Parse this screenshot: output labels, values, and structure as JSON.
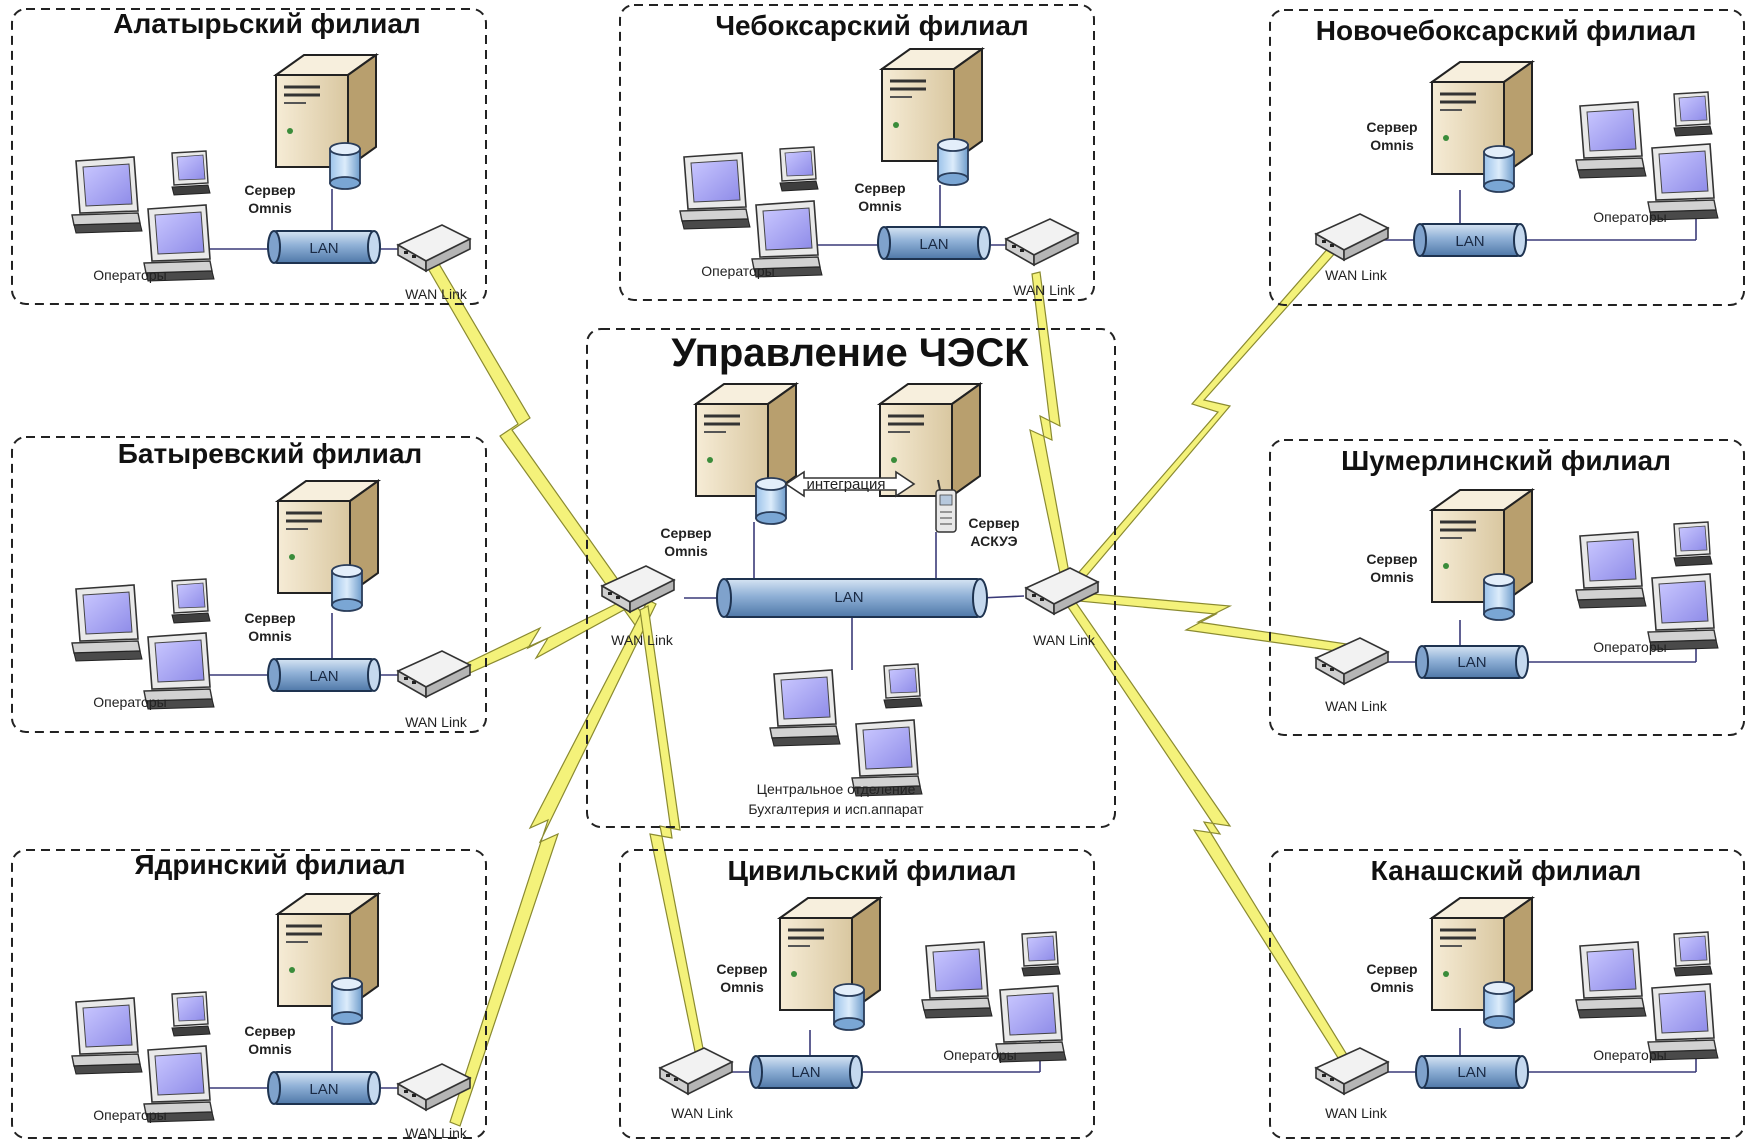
{
  "central": {
    "title": "Управление ЧЭСК",
    "server_omnis": [
      "Сервер",
      "Omnis"
    ],
    "server_askue": [
      "Сервер",
      "АСКУЭ"
    ],
    "integration_label": "интеграция",
    "lan_label": "LAN",
    "wan_left_label": "WAN Link",
    "wan_right_label": "WAN Link",
    "department": [
      "Центральное отделение",
      "Бухгалтерия и  исп.аппарат"
    ]
  },
  "branches": [
    {
      "id": "alatyr",
      "title": "Алатырьский филиал",
      "server": [
        "Сервер",
        "Omnis"
      ],
      "lan": "LAN",
      "wan": "WAN Link",
      "operators": "Операторы"
    },
    {
      "id": "cheboksary",
      "title": "Чебоксарский филиал",
      "server": [
        "Сервер",
        "Omnis"
      ],
      "lan": "LAN",
      "wan": "WAN Link",
      "operators": "Операторы"
    },
    {
      "id": "novocheboksarsk",
      "title": "Новочебоксарский филиал",
      "server": [
        "Сервер",
        "Omnis"
      ],
      "lan": "LAN",
      "wan": "WAN Link",
      "operators": "Операторы"
    },
    {
      "id": "batyrevo",
      "title": "Батыревский филиал",
      "server": [
        "Сервер",
        "Omnis"
      ],
      "lan": "LAN",
      "wan": "WAN Link",
      "operators": "Операторы"
    },
    {
      "id": "shumerlya",
      "title": "Шумерлинский филиал",
      "server": [
        "Сервер",
        "Omnis"
      ],
      "lan": "LAN",
      "wan": "WAN Link",
      "operators": "Операторы"
    },
    {
      "id": "yadrin",
      "title": "Ядринский филиал",
      "server": [
        "Сервер",
        "Omnis"
      ],
      "lan": "LAN",
      "wan": "WAN Link",
      "operators": "Операторы"
    },
    {
      "id": "tsivilsk",
      "title": "Цивильский филиал",
      "server": [
        "Сервер",
        "Omnis"
      ],
      "lan": "LAN",
      "wan": "WAN Link",
      "operators": "Операторы"
    },
    {
      "id": "kanash",
      "title": "Канашский филиал",
      "server": [
        "Сервер",
        "Omnis"
      ],
      "lan": "LAN",
      "wan": "WAN Link",
      "operators": "Операторы"
    }
  ],
  "colors": {
    "bolt": "#f4f27a",
    "lan_cylinder": "#8fb0d6",
    "server_case": "#e6d7b6",
    "screen": "#a9a6f2"
  }
}
